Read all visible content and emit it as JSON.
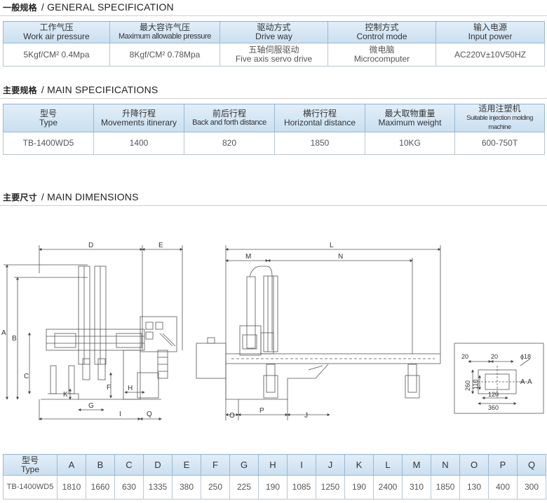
{
  "general": {
    "title_cn": "一般规格",
    "title_en": "/ GENERAL SPECIFICATION",
    "headers": [
      {
        "cn": "工作气压",
        "en": "Work air pressure"
      },
      {
        "cn": "最大容许气压",
        "en": "Maximum allowable pressure"
      },
      {
        "cn": "驱动方式",
        "en": "Drive way"
      },
      {
        "cn": "控制方式",
        "en": "Control mode"
      },
      {
        "cn": "输入电源",
        "en": "Input power"
      }
    ],
    "values": [
      {
        "line1": "5Kgf/CM² 0.4Mpa",
        "line2": ""
      },
      {
        "line1": "8Kgf/CM² 0.78Mpa",
        "line2": ""
      },
      {
        "line1": "五轴伺服驱动",
        "line2": "Five axis servo drive"
      },
      {
        "line1": "微电脑",
        "line2": "Microcomputer"
      },
      {
        "line1": "AC220V±10V50HZ",
        "line2": ""
      }
    ]
  },
  "main_spec": {
    "title_cn": "主要规格",
    "title_en": "/ MAIN SPECIFICATIONS",
    "headers": [
      {
        "cn": "型号",
        "en": "Type"
      },
      {
        "cn": "升降行程",
        "en": "Movements itinerary"
      },
      {
        "cn": "前后行程",
        "en": "Back and forth distance"
      },
      {
        "cn": "横行行程",
        "en": "Horizontal distance"
      },
      {
        "cn": "最大取物重量",
        "en": "Maximum weight"
      },
      {
        "cn": "适用注塑机",
        "en": "Suitable injection molding machine"
      }
    ],
    "values": [
      "TB-1400WD5",
      "1400",
      "820",
      "1850",
      "10KG",
      "600-750T"
    ]
  },
  "dimensions": {
    "title_cn": "主要尺寸",
    "title_en": "/ MAIN DIMENSIONS",
    "labels": {
      "A": "A",
      "B": "B",
      "C": "C",
      "D": "D",
      "E": "E",
      "F": "F",
      "G": "G",
      "H": "H",
      "I": "I",
      "J": "J",
      "K": "K",
      "L": "L",
      "M": "M",
      "N": "N",
      "O": "O",
      "P": "P",
      "Q": "Q"
    },
    "section": {
      "d20a": "20",
      "d20b": "20",
      "d18": "ϕ18",
      "d260": "260",
      "d110": "110",
      "d120": "120",
      "d360": "360",
      "aa": "A-A"
    },
    "table": {
      "type_cn": "型号",
      "type_en": "Type",
      "columns": [
        "A",
        "B",
        "C",
        "D",
        "E",
        "F",
        "G",
        "H",
        "I",
        "J",
        "K",
        "L",
        "M",
        "N",
        "O",
        "P",
        "Q"
      ],
      "model": "TB-1400WD5",
      "values": [
        "1810",
        "1660",
        "630",
        "1335",
        "380",
        "250",
        "225",
        "190",
        "1085",
        "1250",
        "190",
        "2400",
        "310",
        "1850",
        "130",
        "400",
        "300"
      ]
    }
  }
}
